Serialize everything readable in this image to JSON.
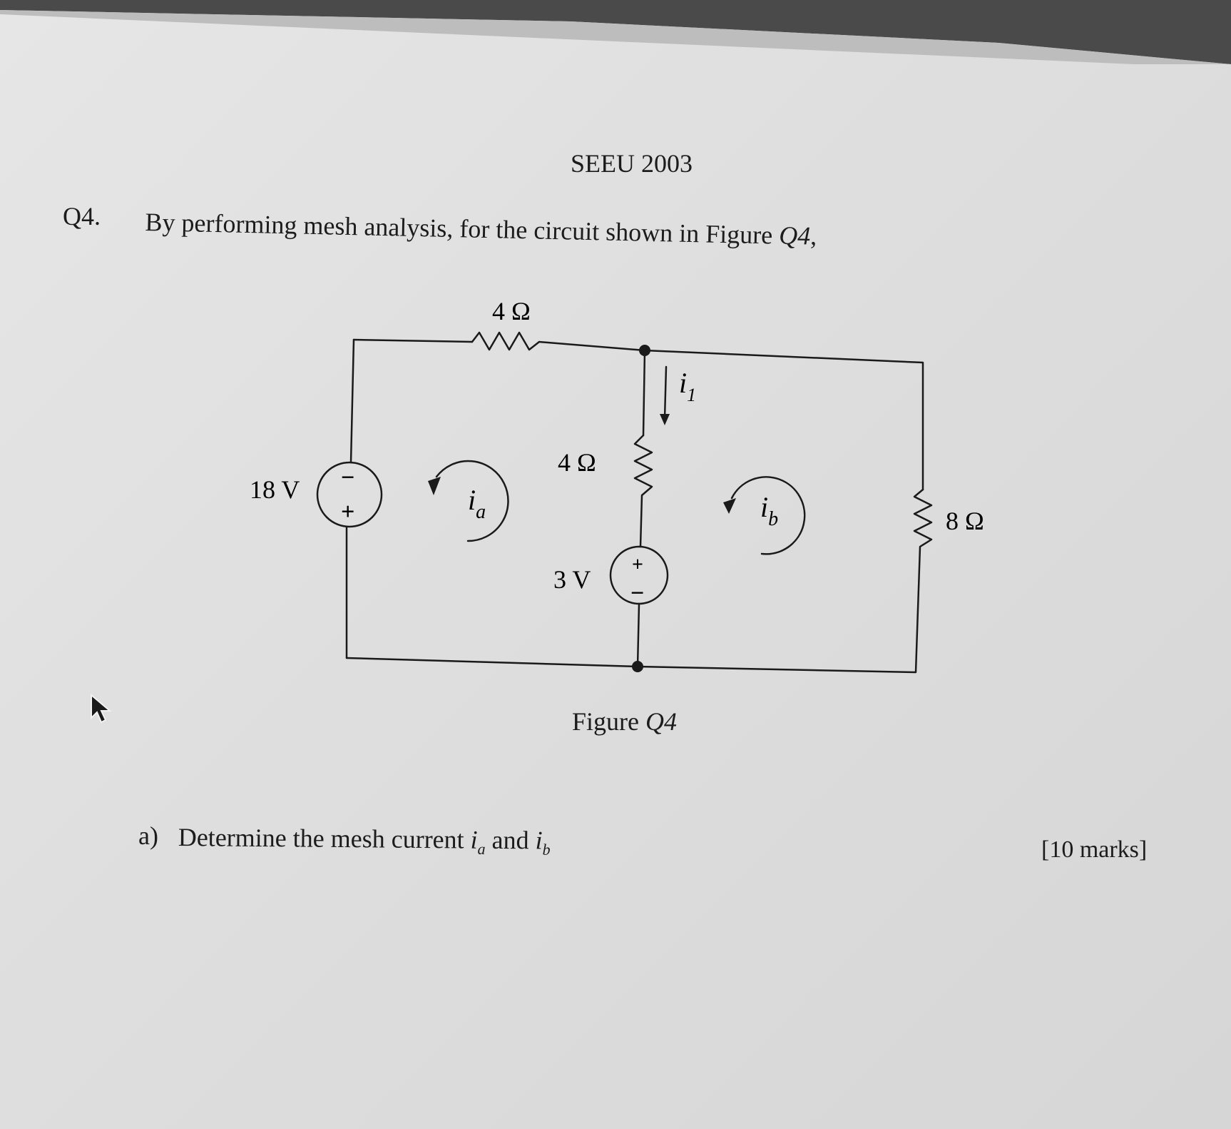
{
  "header": {
    "course_code": "SEEU 2003"
  },
  "question": {
    "number": "Q4.",
    "text_before": "By performing mesh analysis, for the circuit shown in Figure ",
    "text_ref": "Q4",
    "text_after": ","
  },
  "figure": {
    "r_top": "4 Ω",
    "r_middle": "4 Ω",
    "r_right": "8 Ω",
    "v_source_left": "18 V",
    "v_source_middle": "3 V",
    "plus": "+",
    "minus": "−",
    "mesh_a": {
      "letter": "i",
      "sub": "a"
    },
    "mesh_b": {
      "letter": "i",
      "sub": "b"
    },
    "branch_current": {
      "letter": "i",
      "sub": "1"
    },
    "caption_prefix": "Figure ",
    "caption_ref": "Q4"
  },
  "part_a": {
    "label": "a)",
    "text_before": "Determine the mesh current ",
    "var1_letter": "i",
    "var1_sub": "a",
    "mid": " and ",
    "var2_letter": "i",
    "var2_sub": "b",
    "marks": "[10 marks]"
  }
}
